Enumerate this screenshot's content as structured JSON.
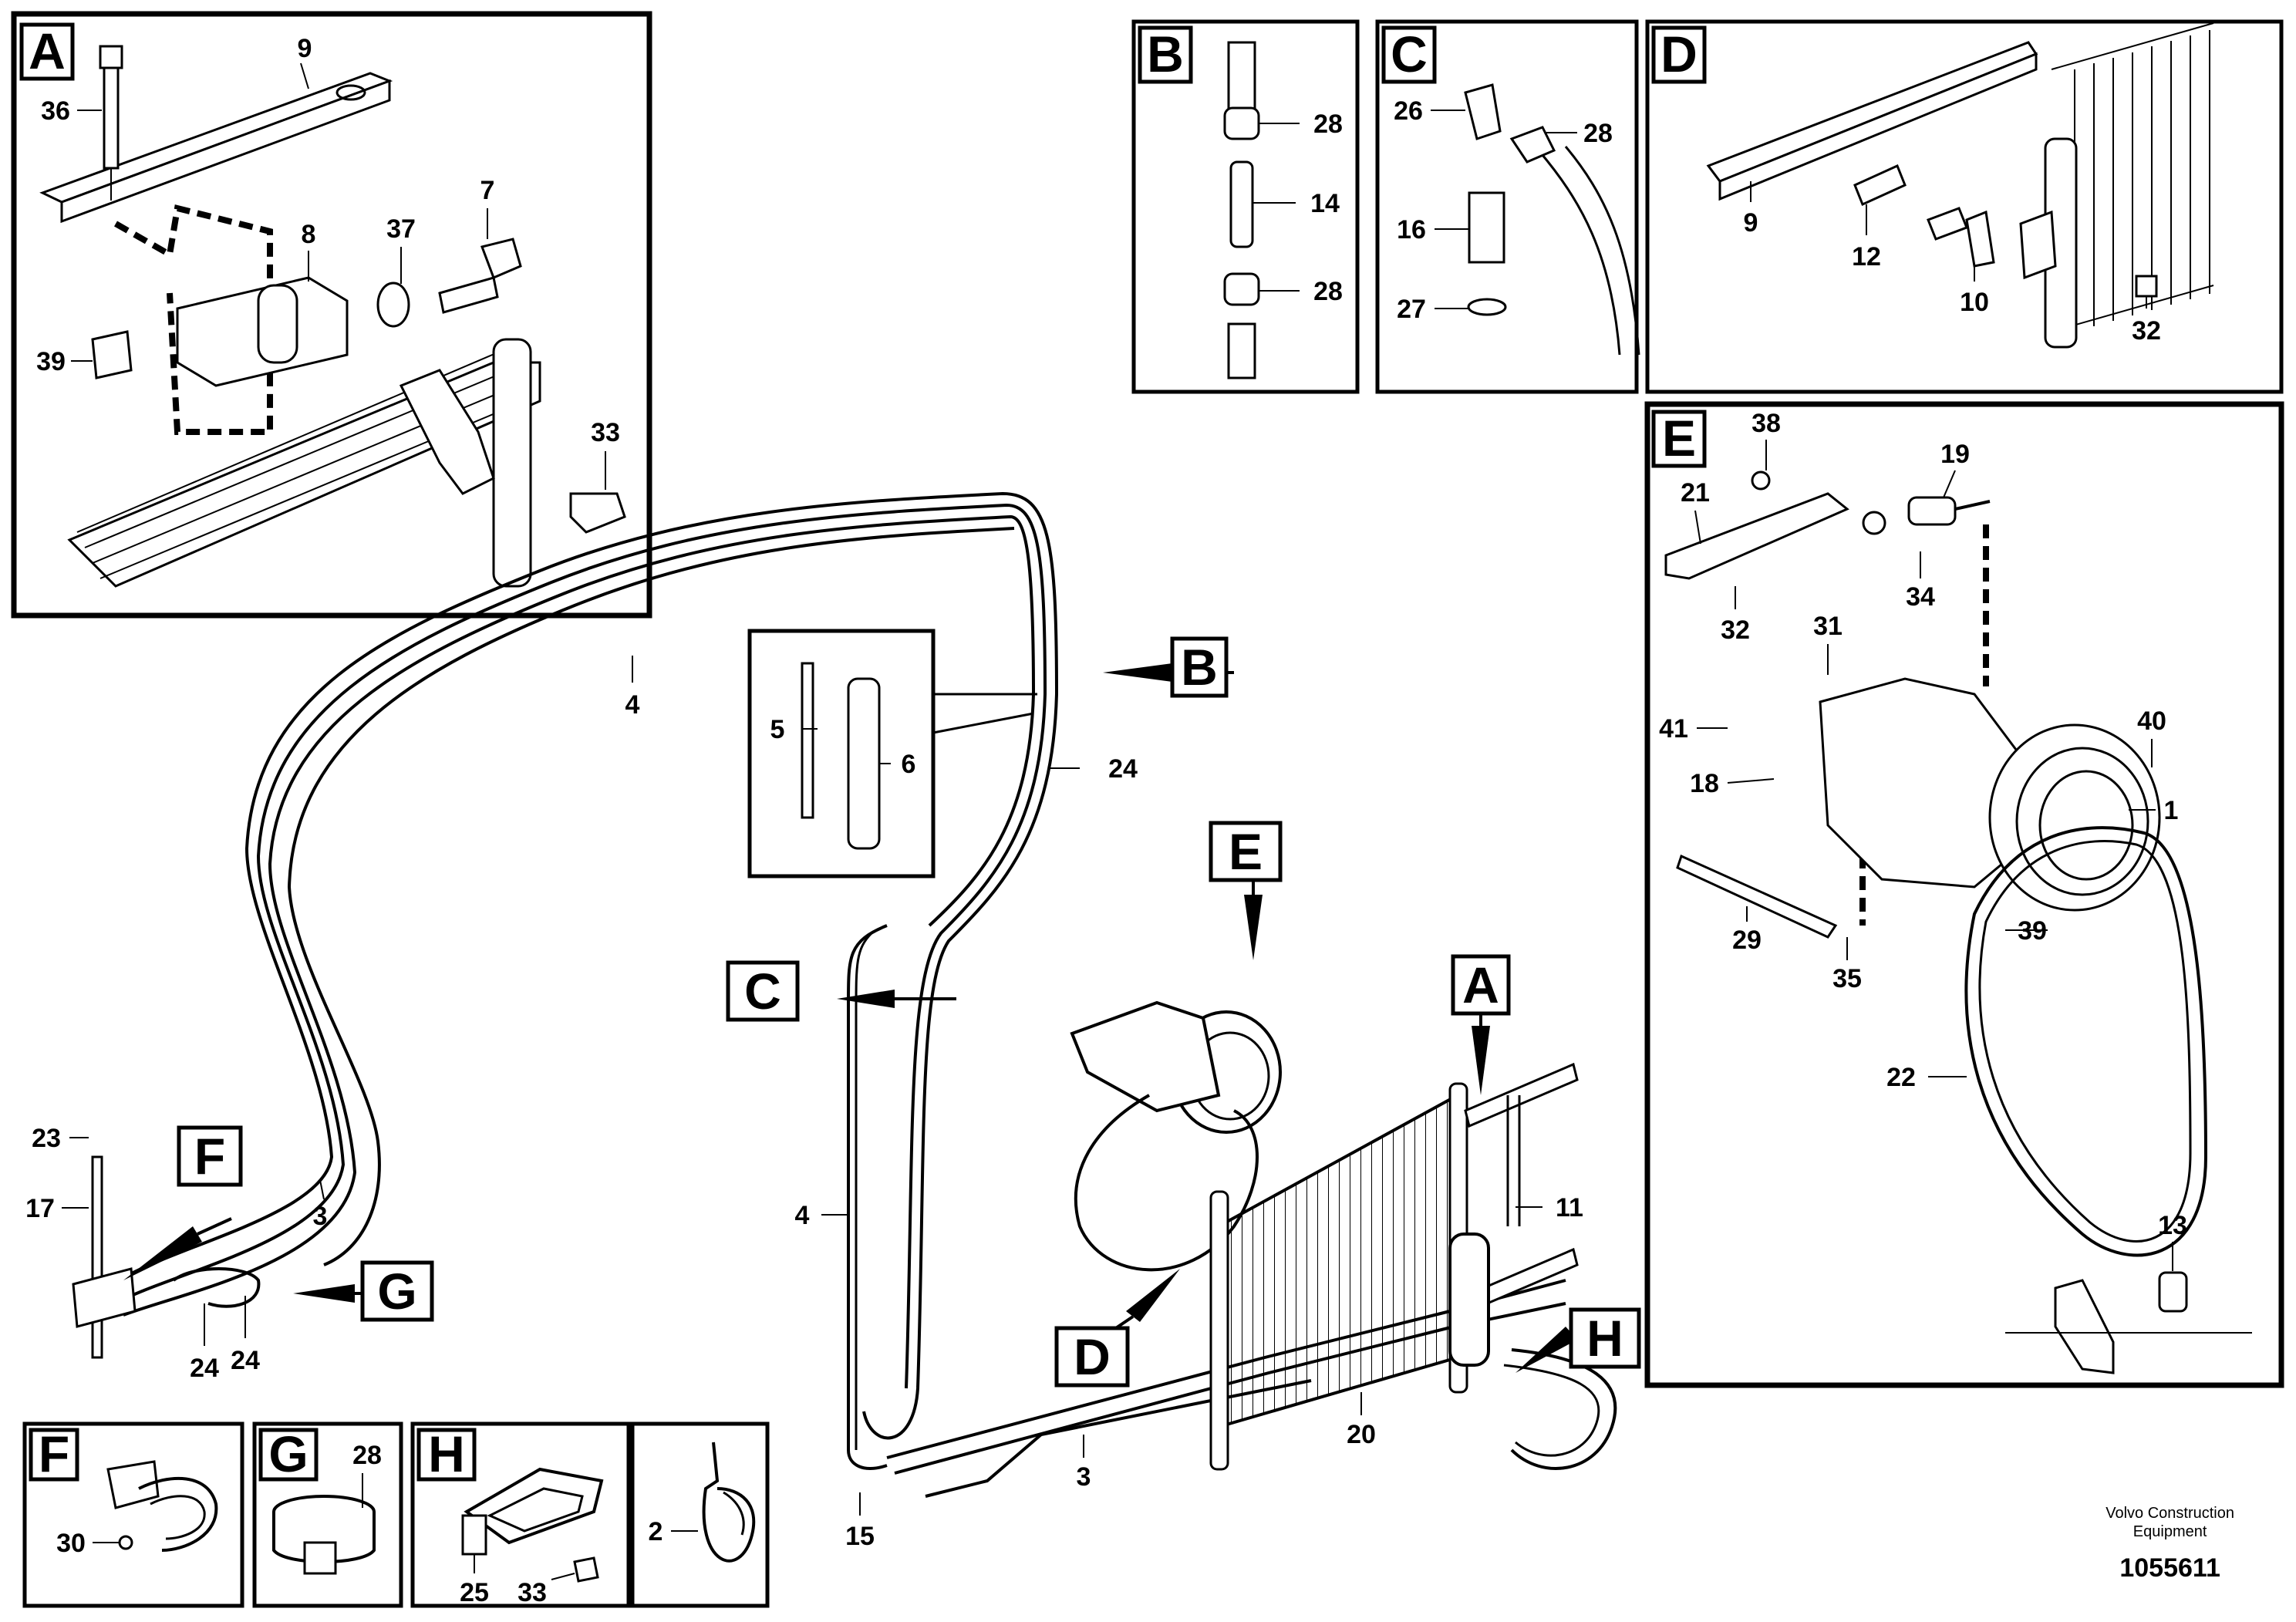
{
  "panels": {
    "A": {
      "letter": "A",
      "callouts": [
        "9",
        "36",
        "7",
        "8",
        "37",
        "39",
        "33"
      ]
    },
    "B": {
      "letter": "B",
      "callouts": [
        "28",
        "14",
        "28"
      ]
    },
    "C": {
      "letter": "C",
      "callouts": [
        "26",
        "28",
        "16",
        "27"
      ]
    },
    "D": {
      "letter": "D",
      "callouts": [
        "9",
        "12",
        "10",
        "32"
      ]
    },
    "E": {
      "letter": "E",
      "callouts": [
        "38",
        "19",
        "21",
        "34",
        "32",
        "31",
        "41",
        "40",
        "18",
        "1",
        "29",
        "39",
        "35",
        "22",
        "13"
      ]
    },
    "F": {
      "letter": "F",
      "callouts": [
        "30"
      ]
    },
    "G": {
      "letter": "G",
      "callouts": [
        "28"
      ]
    },
    "H": {
      "letter": "H",
      "callouts": [
        "25",
        "33"
      ]
    },
    "tie": {
      "callouts": [
        "2"
      ]
    },
    "inset_couplings": {
      "callouts": [
        "5",
        "6"
      ]
    }
  },
  "main": {
    "callouts": [
      "4",
      "24",
      "4",
      "3",
      "15",
      "20",
      "11",
      "23",
      "17",
      "3",
      "24",
      "24"
    ],
    "pointers": [
      "B",
      "C",
      "E",
      "A",
      "D",
      "F",
      "G",
      "H"
    ]
  },
  "footer": {
    "brand_line1": "Volvo Construction",
    "brand_line2": "Equipment",
    "drawing_number": "1055611"
  }
}
